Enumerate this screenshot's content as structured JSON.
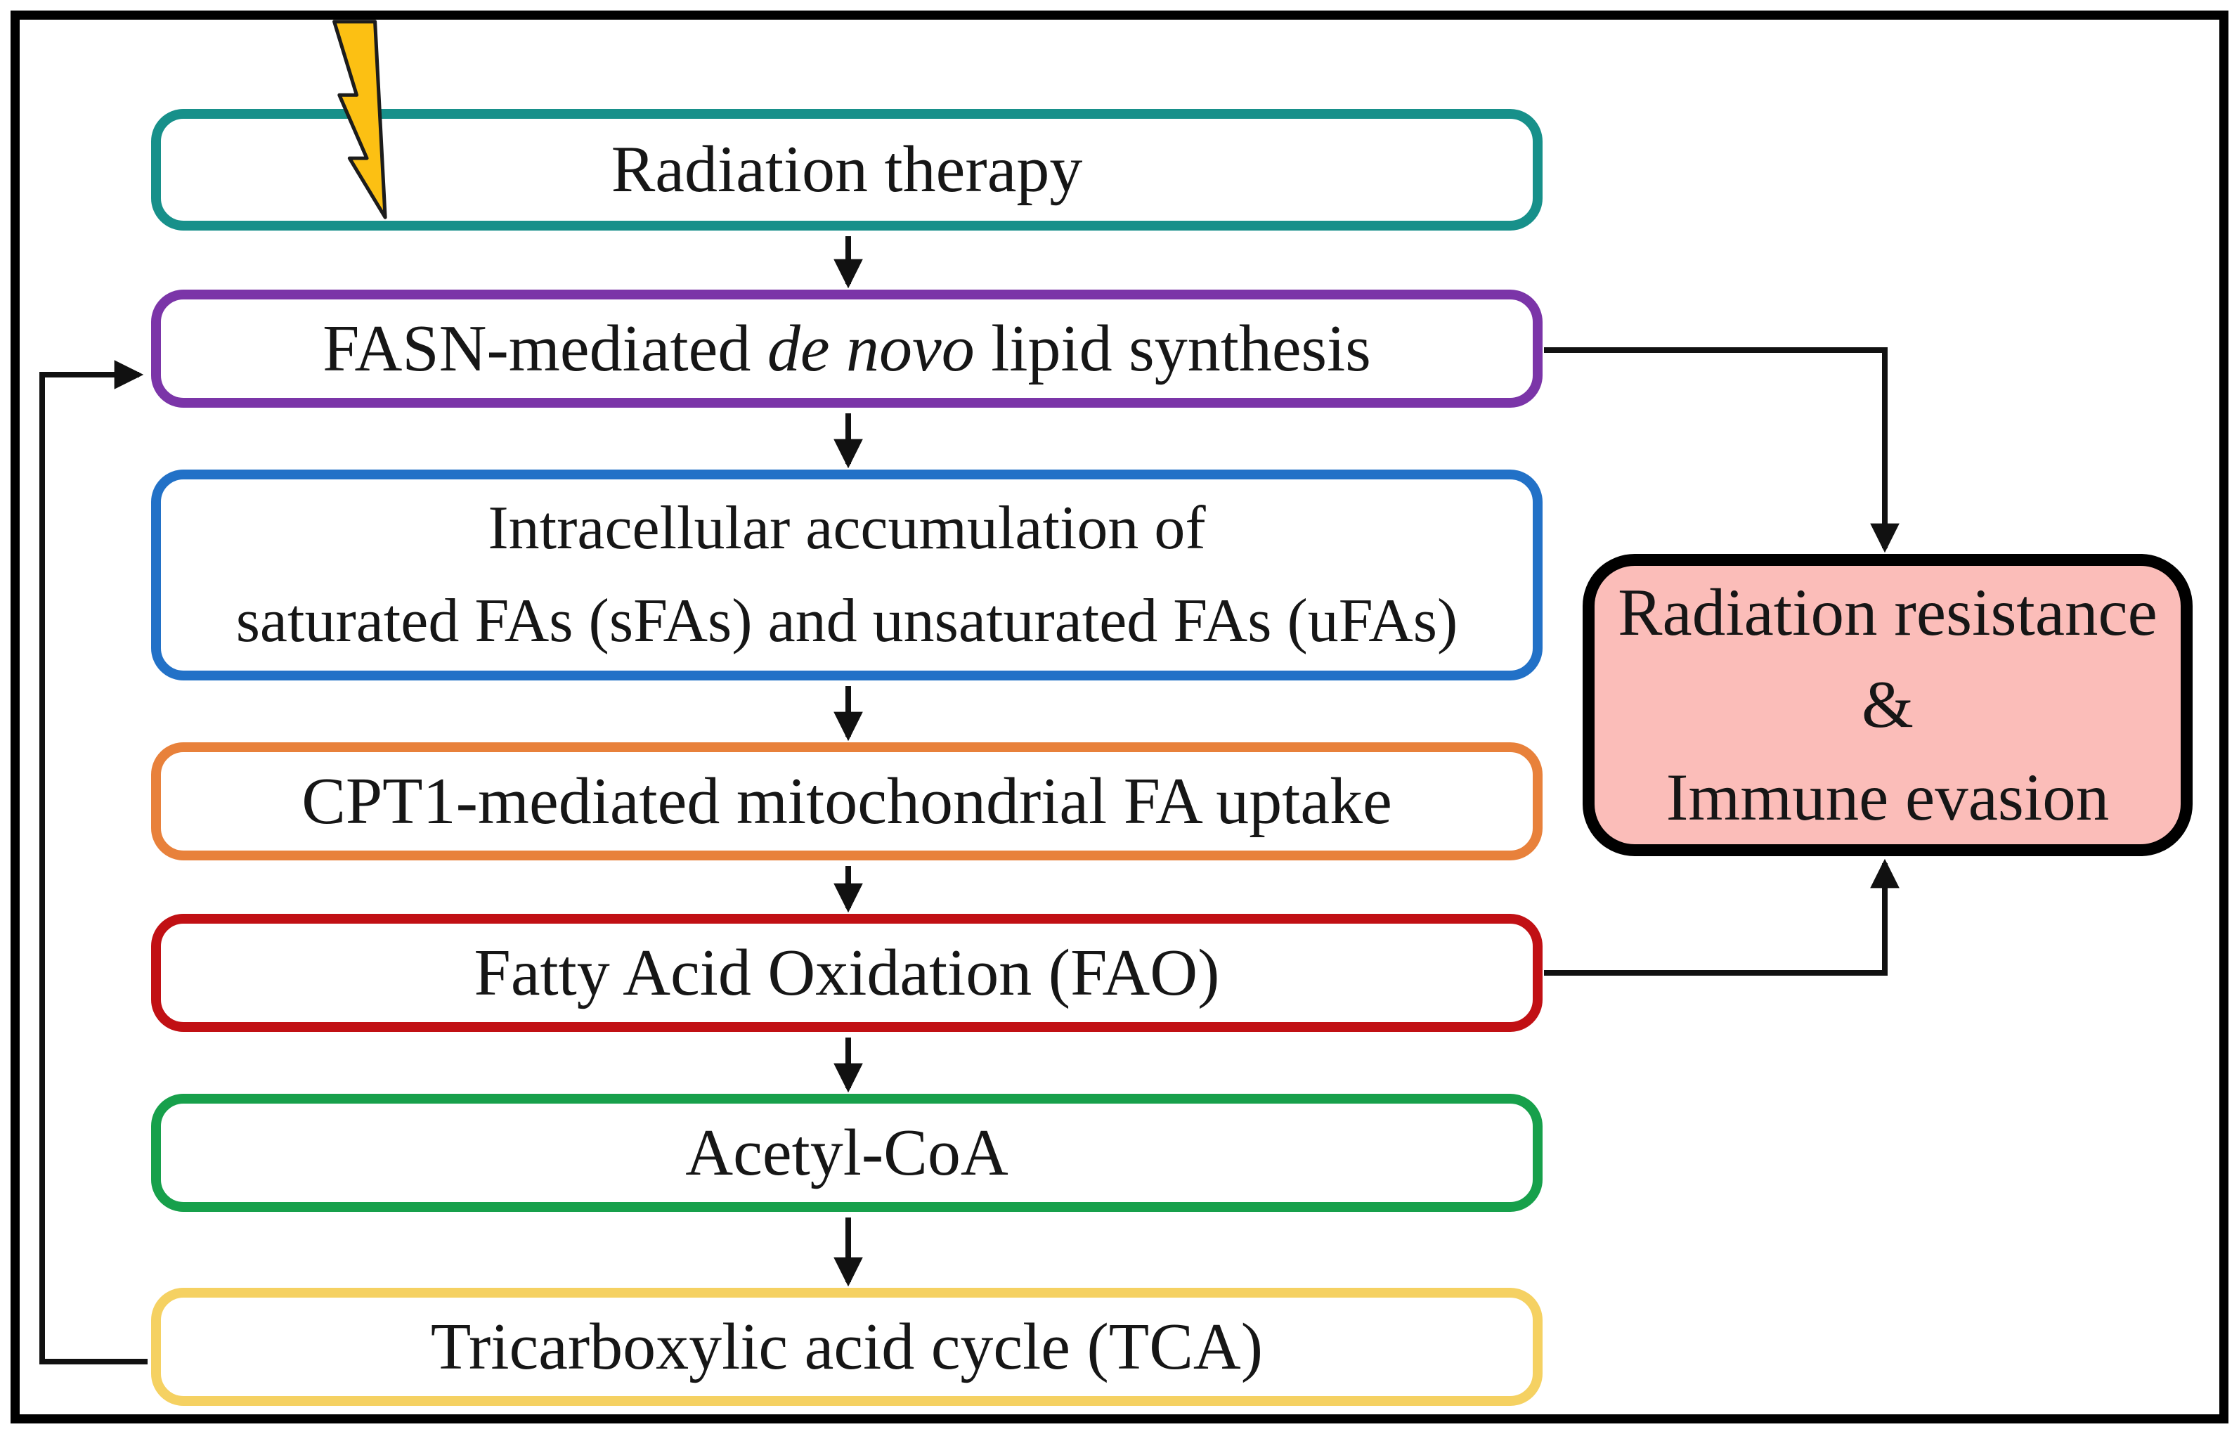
{
  "figure": {
    "nodes": [
      {
        "label": "Radiation therapy",
        "color": "#17908a"
      },
      {
        "pre": "FASN-mediated ",
        "italic": "de novo",
        "post": " lipid synthesis",
        "color": "#7b35a8"
      },
      {
        "line1": "Intracellular accumulation of",
        "line2": "saturated FAs (sFAs) and unsaturated FAs (uFAs)",
        "color": "#2271c7"
      },
      {
        "label": "CPT1-mediated mitochondrial FA uptake",
        "color": "#e8813b"
      },
      {
        "label": "Fatty Acid Oxidation (FAO)",
        "color": "#c11014"
      },
      {
        "label": "Acetyl-CoA",
        "color": "#17a04b"
      },
      {
        "label": "Tricarboxylic acid cycle (TCA)",
        "color": "#f5d162"
      }
    ],
    "outcome": {
      "line1": "Radiation resistance",
      "line2": "&",
      "line3": "Immune evasion",
      "fill": "#fbbdb9",
      "border": "#000000"
    },
    "lightning": {
      "fill": "#fcc013",
      "outline": "#1c1c1c"
    },
    "arrow_color": "#111111"
  }
}
